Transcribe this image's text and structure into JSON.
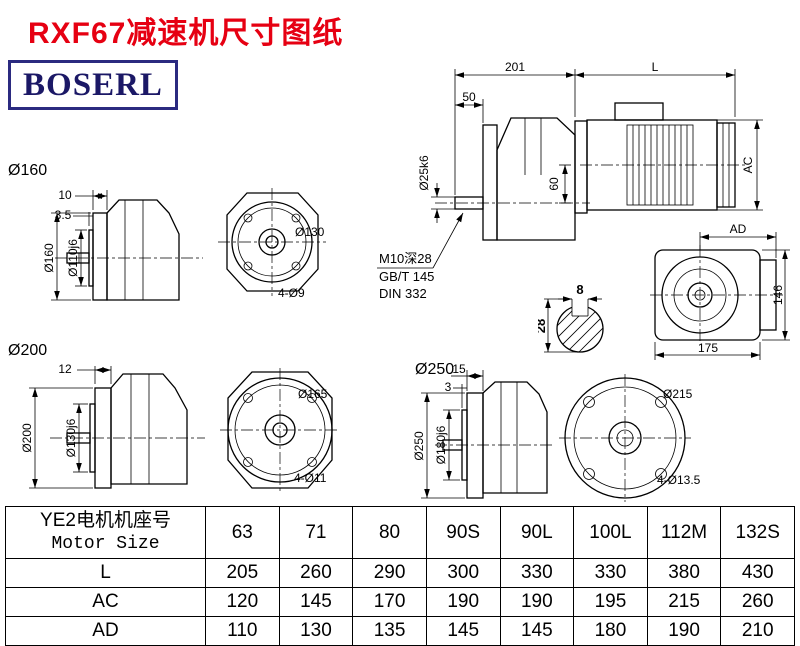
{
  "sheet": {
    "title": "RXF67减速机尺寸图纸",
    "logo_text": "BOSERL"
  },
  "colors": {
    "title_red": "#e60012",
    "logo_navy": "#1b1866",
    "line_black": "#000000"
  },
  "main_view": {
    "dim_201": "201",
    "dim_L": "L",
    "dim_50": "50",
    "dim_shaft": "Ø25k6",
    "dim_60": "60",
    "dim_AC": "AC",
    "note_thread": "M10深28",
    "note_gb": "GB/T 145",
    "note_din": "DIN 332"
  },
  "flange160_view": {
    "label": "Ø160",
    "dim_10": "10",
    "dim_3_5": "3.5",
    "dim_od": "Ø160",
    "dim_pilot": "Ø110j6"
  },
  "front130_view": {
    "dim_flange": "Ø130",
    "dim_holes": "4-Ø9"
  },
  "shaft_section": {
    "dim_key_width": "8",
    "dim_key_depth": "28"
  },
  "rear_view": {
    "dim_AD": "AD",
    "dim_146": "146",
    "dim_175": "175"
  },
  "flange200_view": {
    "label": "Ø200",
    "dim_12": "12",
    "dim_od": "Ø200",
    "dim_pilot": "Ø130j6"
  },
  "front250_view": {
    "dim_flange": "Ø165",
    "dim_holes": "4-Ø11"
  },
  "flange250_view": {
    "label": "Ø250",
    "dim_15": "15",
    "dim_3": "3",
    "dim_od": "Ø250",
    "dim_pilot": "Ø180j6"
  },
  "front215_view": {
    "dim_flange": "Ø215",
    "dim_holes": "4-Ø13.5"
  },
  "table": {
    "header_cn": "YE2电机机座号",
    "header_en": "Motor Size",
    "sizes": [
      "63",
      "71",
      "80",
      "90S",
      "90L",
      "100L",
      "112M",
      "132S"
    ],
    "rows": [
      {
        "label": "L",
        "values": [
          "205",
          "260",
          "290",
          "300",
          "330",
          "330",
          "380",
          "430"
        ]
      },
      {
        "label": "AC",
        "values": [
          "120",
          "145",
          "170",
          "190",
          "190",
          "195",
          "215",
          "260"
        ]
      },
      {
        "label": "AD",
        "values": [
          "110",
          "130",
          "135",
          "145",
          "145",
          "180",
          "190",
          "210"
        ]
      }
    ]
  }
}
